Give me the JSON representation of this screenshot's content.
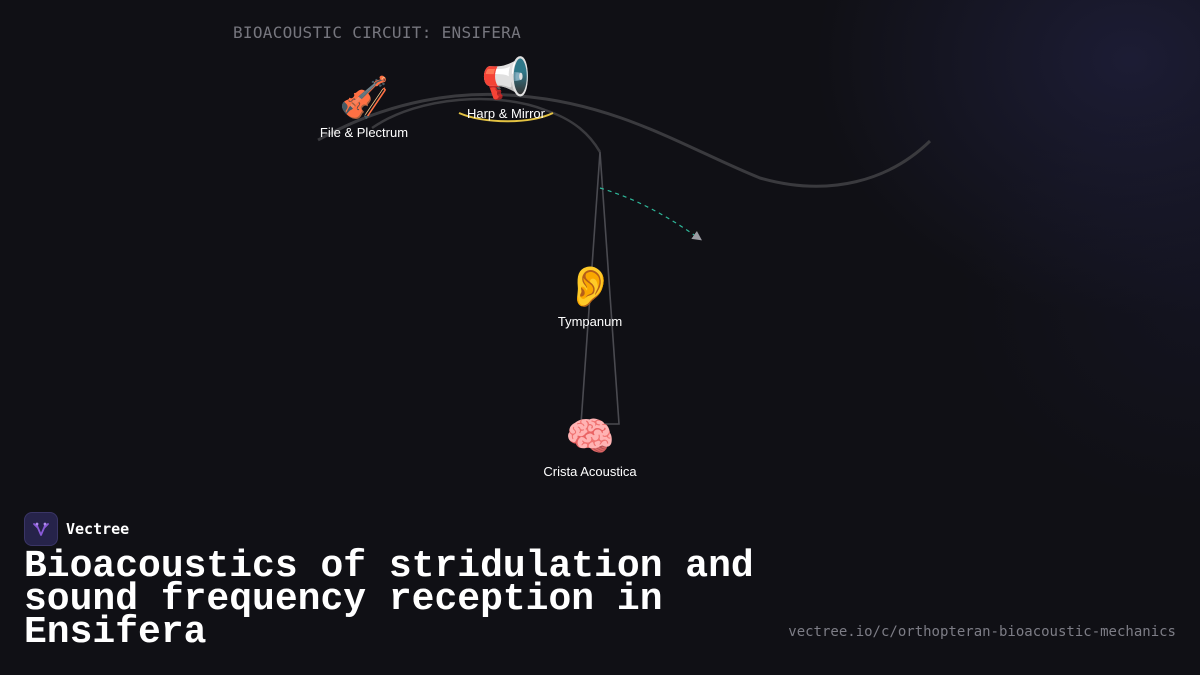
{
  "diagram": {
    "title": "BIOACOUSTIC CIRCUIT: ENSIFERA",
    "nodes": [
      {
        "id": "file-plectrum",
        "icon": "violin-icon",
        "glyph": "🎻",
        "label": "File & Plectrum"
      },
      {
        "id": "harp-mirror",
        "icon": "megaphone-icon",
        "glyph": "📢",
        "label": "Harp & Mirror"
      },
      {
        "id": "tympanum",
        "icon": "ear-icon",
        "glyph": "👂",
        "label": "Tympanum"
      },
      {
        "id": "crista-acoustica",
        "icon": "brain-icon",
        "glyph": "🧠",
        "label": "Crista Acoustica"
      }
    ],
    "colors": {
      "sound_path": "#3a3a3e",
      "neural_path": "#4a4a50",
      "harp_highlight": "#e3c242",
      "signal_arrow": "#2fb89a"
    }
  },
  "brand": {
    "name": "Vectree",
    "logo_icon": "vectree-logo-icon",
    "logo_color": "#8a5ad8"
  },
  "headline": "Bioacoustics of stridulation and sound frequency reception in Ensifera",
  "footer": {
    "url": "vectree.io/c/orthopteran-bioacoustic-mechanics"
  }
}
